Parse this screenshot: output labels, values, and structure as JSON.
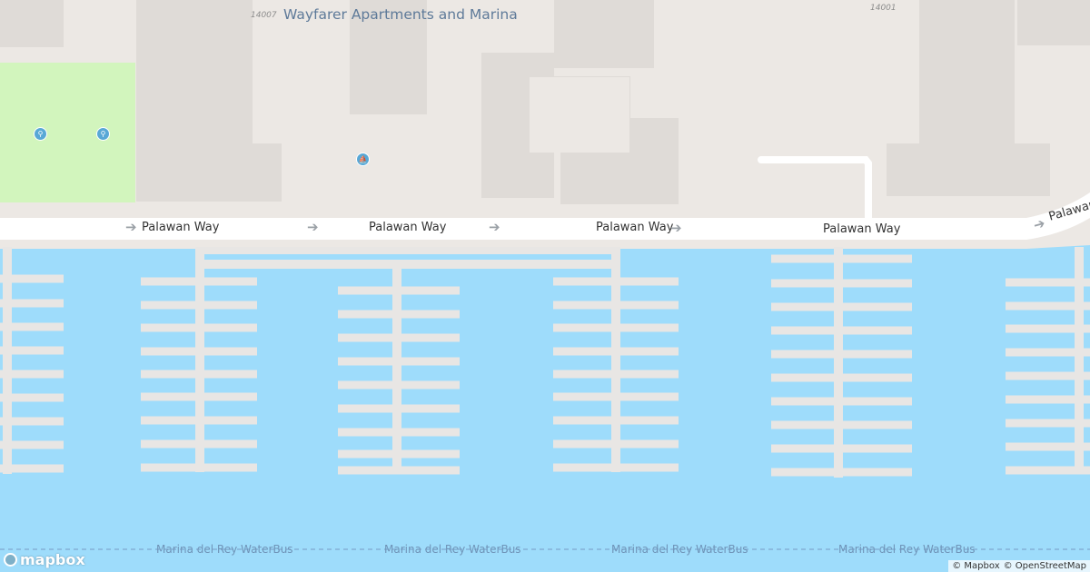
{
  "colors": {
    "land": "#ece8e4",
    "building": "#dfdbd7",
    "park": "#d2f5bd",
    "water": "#9edcfb",
    "road": "#ffffff",
    "dock": "#e8e6e4",
    "poi_icon": "#58a8d6",
    "ferry_line": "#7ea7d0"
  },
  "poi": {
    "title": "Wayfarer Apartments and Marina",
    "icons": [
      "tennis-icon",
      "tennis-icon",
      "sailing-icon"
    ]
  },
  "addresses": [
    "14007",
    "14001"
  ],
  "street": {
    "name": "Palawan Way",
    "name_partial": "Palawan"
  },
  "ferry": {
    "name": "Marina del Rey WaterBus"
  },
  "logo": {
    "text": "mapbox"
  },
  "attribution": {
    "items": [
      "© Mapbox",
      "© OpenStreetMap"
    ]
  }
}
